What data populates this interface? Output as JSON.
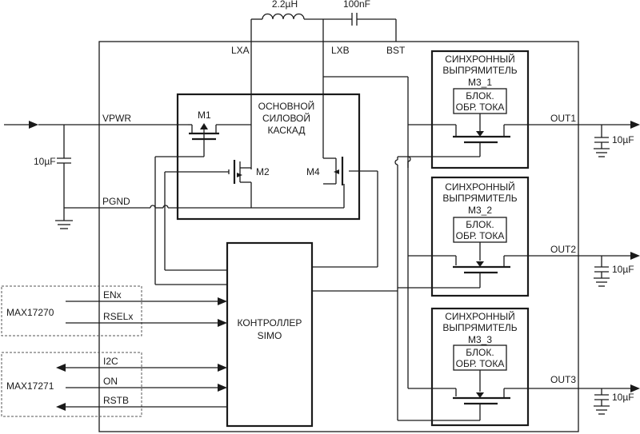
{
  "inductor": {
    "label": "2.2µH"
  },
  "capacitor_top": {
    "label": "100nF"
  },
  "pins": {
    "lxa": "LXA",
    "lxb": "LXB",
    "bst": "BST",
    "vpwr": "VPWR",
    "pgnd": "PGND"
  },
  "input_cap": {
    "label": "10µF"
  },
  "power_stage": {
    "line1": "ОСНОВНОЙ",
    "line2": "СИЛОВОЙ",
    "line3": "КАСКАД",
    "m1": "M1",
    "m2": "M2",
    "m4": "M4"
  },
  "controller": {
    "line1": "КОНТРОЛЛЕР",
    "line2": "SIMO"
  },
  "rectifiers": [
    {
      "line1": "СИНХРОННЫЙ",
      "line2": "ВЫПРЯМИТЕЛЬ",
      "name": "M3_1",
      "block1": "БЛОК.",
      "block2": "ОБР. ТОКА",
      "out": "OUT1",
      "cap": "10µF"
    },
    {
      "line1": "СИНХРОННЫЙ",
      "line2": "ВЫПРЯМИТЕЛЬ",
      "name": "M3_2",
      "block1": "БЛОК.",
      "block2": "ОБР. ТОКА",
      "out": "OUT2",
      "cap": "10µF"
    },
    {
      "line1": "СИНХРОННЫЙ",
      "line2": "ВЫПРЯМИТЕЛЬ",
      "name": "M3_3",
      "block1": "БЛОК.",
      "block2": "ОБР. ТОКА",
      "out": "OUT3",
      "cap": "10µF"
    }
  ],
  "ext_top": {
    "name": "MAX17270",
    "sig1": "ENx",
    "sig2": "RSELx"
  },
  "ext_bottom": {
    "name": "MAX17271",
    "sig1": "I2C",
    "sig2": "ON",
    "sig3": "RSTB"
  }
}
